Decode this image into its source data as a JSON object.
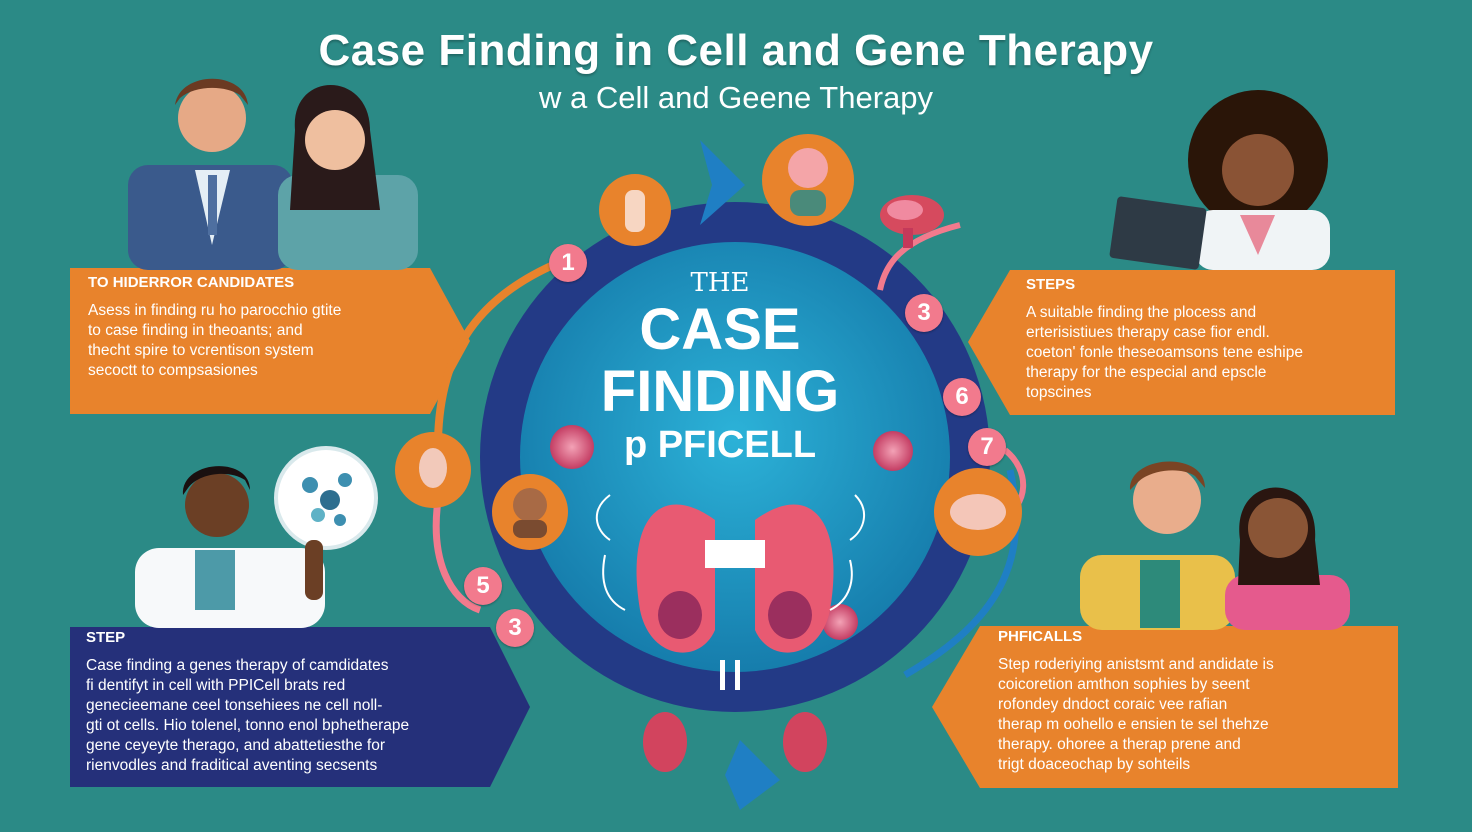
{
  "header": {
    "title": "Case Finding in Cell and Gene Therapy",
    "subtitle": "w a Cell and Geene Therapy"
  },
  "center": {
    "line1": "THE",
    "line2": "CASE",
    "line3": "FINDING",
    "line4": "р PFICELL"
  },
  "steps": [
    "1",
    "3",
    "6",
    "7",
    "5",
    "3"
  ],
  "panels": {
    "top_left": {
      "title": "TO HIDERROR CANDIDATES",
      "lines": [
        "Asess in finding ru ho parocchio gtite",
        "to case finding in theoants; and",
        "thecht spire to vcrentison system",
        "secoctt to compsasiones"
      ]
    },
    "top_right": {
      "title": "STEPS",
      "lines": [
        "A suitable finding the plocess and",
        "erterisistiues therapy case fior endl.",
        "coeton' fonle theseoamsons tene eshipe",
        "therapy for the especial and epscle",
        "topscines"
      ]
    },
    "bottom_left": {
      "title": "STEP",
      "lines": [
        "Case finding a genes therapy of camdidates",
        "fi dentifyt in cell with PPICell brats red",
        "genecieemane ceel tonsehiees ne cell noll-",
        "gti ot cells. Hio tolenel, tonno enol bphetherape",
        "gene ceyeyte therago, and abattetiesthe for",
        "rienvodles and fraditical aventing secsents"
      ]
    },
    "bottom_right": {
      "title": "PHFICALLS",
      "lines": [
        "Step roderiying anistsmt and andidate is",
        "coicoretion amthon sophies by seent",
        "rofondey dndoct coraic vee rafian",
        "therap m oohello e ensien te sel thehze",
        "therapy. ohoree a therap prene and",
        "trigt doaceochap by sohteils"
      ]
    }
  },
  "colors": {
    "background": "#2b8a86",
    "orange_panel": "#e8832c",
    "navy_panel": "#25307a",
    "circle_ring": "#233a86",
    "circle_inner": "#1f93bf",
    "number_badge": "#f27a8d"
  },
  "icons": [
    "doctor-pair-icon",
    "doctor-woman-laptop-icon",
    "doctor-man-cells-icon",
    "couple-icon",
    "lungs-icon",
    "brain-icon",
    "heart-icon",
    "cell-icon"
  ]
}
